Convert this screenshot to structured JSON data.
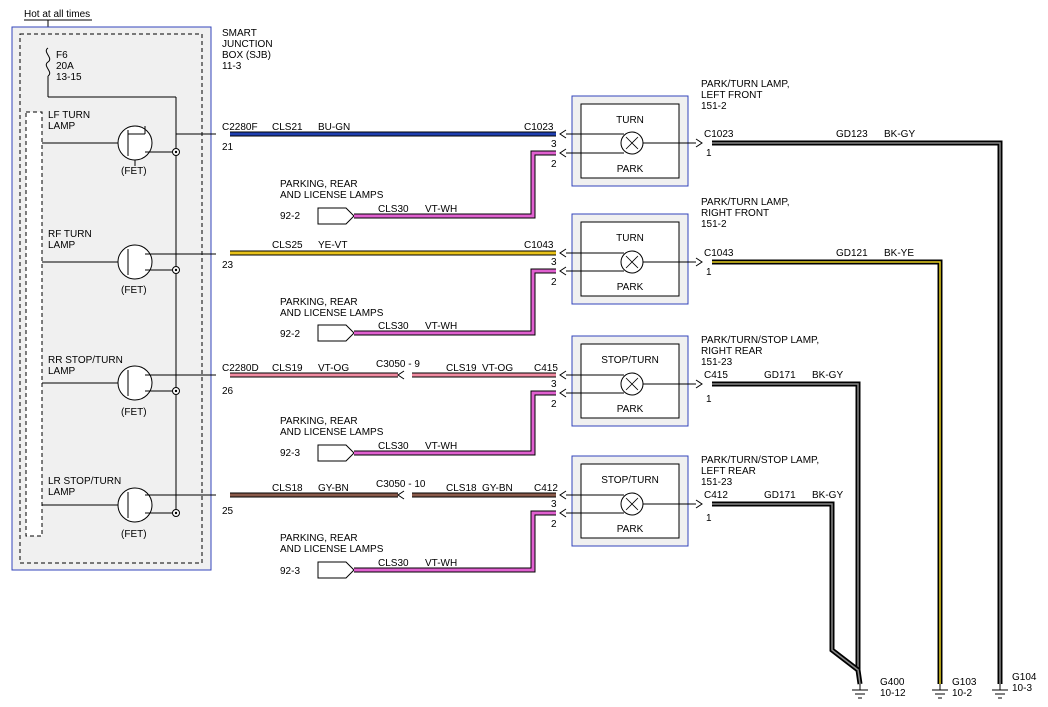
{
  "hot_label": "Hot at all times",
  "fuse": {
    "id": "F6",
    "rating": "20A",
    "ref": "13-15"
  },
  "sjb": {
    "title_1": "SMART",
    "title_2": "JUNCTION",
    "title_3": "BOX (SJB)",
    "ref": "11-3"
  },
  "drivers": [
    {
      "line1": "LF TURN",
      "line2": "LAMP",
      "fet": "(FET)"
    },
    {
      "line1": "RF TURN",
      "line2": "LAMP",
      "fet": "(FET)"
    },
    {
      "line1": "RR STOP/TURN",
      "line2": "LAMP",
      "fet": "(FET)"
    },
    {
      "line1": "LR STOP/TURN",
      "line2": "LAMP",
      "fet": "(FET)"
    }
  ],
  "circuits": [
    {
      "sjb_conn": "C2280F",
      "pin": "21",
      "circuit": "CLS21",
      "color": "BU-GN",
      "inline": null,
      "circuit2": "",
      "color2": "",
      "lamp_conn": "C1023"
    },
    {
      "sjb_conn": "",
      "pin": "23",
      "circuit": "CLS25",
      "color": "YE-VT",
      "inline": null,
      "circuit2": "",
      "color2": "",
      "lamp_conn": "C1043"
    },
    {
      "sjb_conn": "C2280D",
      "pin": "26",
      "circuit": "CLS19",
      "color": "VT-OG",
      "inline": "C3050 - 9",
      "circuit2": "CLS19",
      "color2": "VT-OG",
      "lamp_conn": "C415"
    },
    {
      "sjb_conn": "",
      "pin": "25",
      "circuit": "CLS18",
      "color": "GY-BN",
      "inline": "C3050 - 10",
      "circuit2": "CLS18",
      "color2": "GY-BN",
      "lamp_conn": "C412"
    }
  ],
  "park_feeds": [
    {
      "line1": "PARKING, REAR",
      "line2": "AND LICENSE LAMPS",
      "ref": "92-2",
      "circuit": "CLS30",
      "color": "VT-WH",
      "pin3": "3",
      "pin2": "2"
    },
    {
      "line1": "PARKING, REAR",
      "line2": "AND LICENSE LAMPS",
      "ref": "92-2",
      "circuit": "CLS30",
      "color": "VT-WH",
      "pin3": "3",
      "pin2": "2"
    },
    {
      "line1": "PARKING, REAR",
      "line2": "AND LICENSE LAMPS",
      "ref": "92-3",
      "circuit": "CLS30",
      "color": "VT-WH",
      "pin3": "3",
      "pin2": "2"
    },
    {
      "line1": "PARKING, REAR",
      "line2": "AND LICENSE LAMPS",
      "ref": "92-3",
      "circuit": "CLS30",
      "color": "VT-WH",
      "pin3": "3",
      "pin2": "2"
    }
  ],
  "lamps": [
    {
      "title1": "PARK/TURN LAMP,",
      "title2": "LEFT FRONT",
      "ref": "151-2",
      "top": "TURN",
      "bottom": "PARK",
      "conn": "C1023",
      "pin": "1",
      "gnd_circuit": "GD123",
      "gnd_color": "BK-GY"
    },
    {
      "title1": "PARK/TURN LAMP,",
      "title2": "RIGHT FRONT",
      "ref": "151-2",
      "top": "TURN",
      "bottom": "PARK",
      "conn": "C1043",
      "pin": "1",
      "gnd_circuit": "GD121",
      "gnd_color": "BK-YE"
    },
    {
      "title1": "PARK/TURN/STOP LAMP,",
      "title2": "RIGHT REAR",
      "ref": "151-23",
      "top": "STOP/TURN",
      "bottom": "PARK",
      "conn": "C415",
      "pin": "1",
      "gnd_circuit": "GD171",
      "gnd_color": "BK-GY"
    },
    {
      "title1": "PARK/TURN/STOP LAMP,",
      "title2": "LEFT REAR",
      "ref": "151-23",
      "top": "STOP/TURN",
      "bottom": "PARK",
      "conn": "C412",
      "pin": "1",
      "gnd_circuit": "GD171",
      "gnd_color": "BK-GY"
    }
  ],
  "grounds": [
    {
      "id": "G400",
      "ref": "10-12"
    },
    {
      "id": "G103",
      "ref": "10-2"
    },
    {
      "id": "G104",
      "ref": "10-3"
    }
  ],
  "colors": {
    "blue_green": "#1f3fb0",
    "yellow_violet": "#e8c21a",
    "violet_orange": "#f08aa0",
    "gray_brown": "#8a5a4a",
    "violet_white": "#e060d0",
    "black": "#000000",
    "frame_blue": "#3344bb",
    "box_fill": "#f0f0f0"
  }
}
